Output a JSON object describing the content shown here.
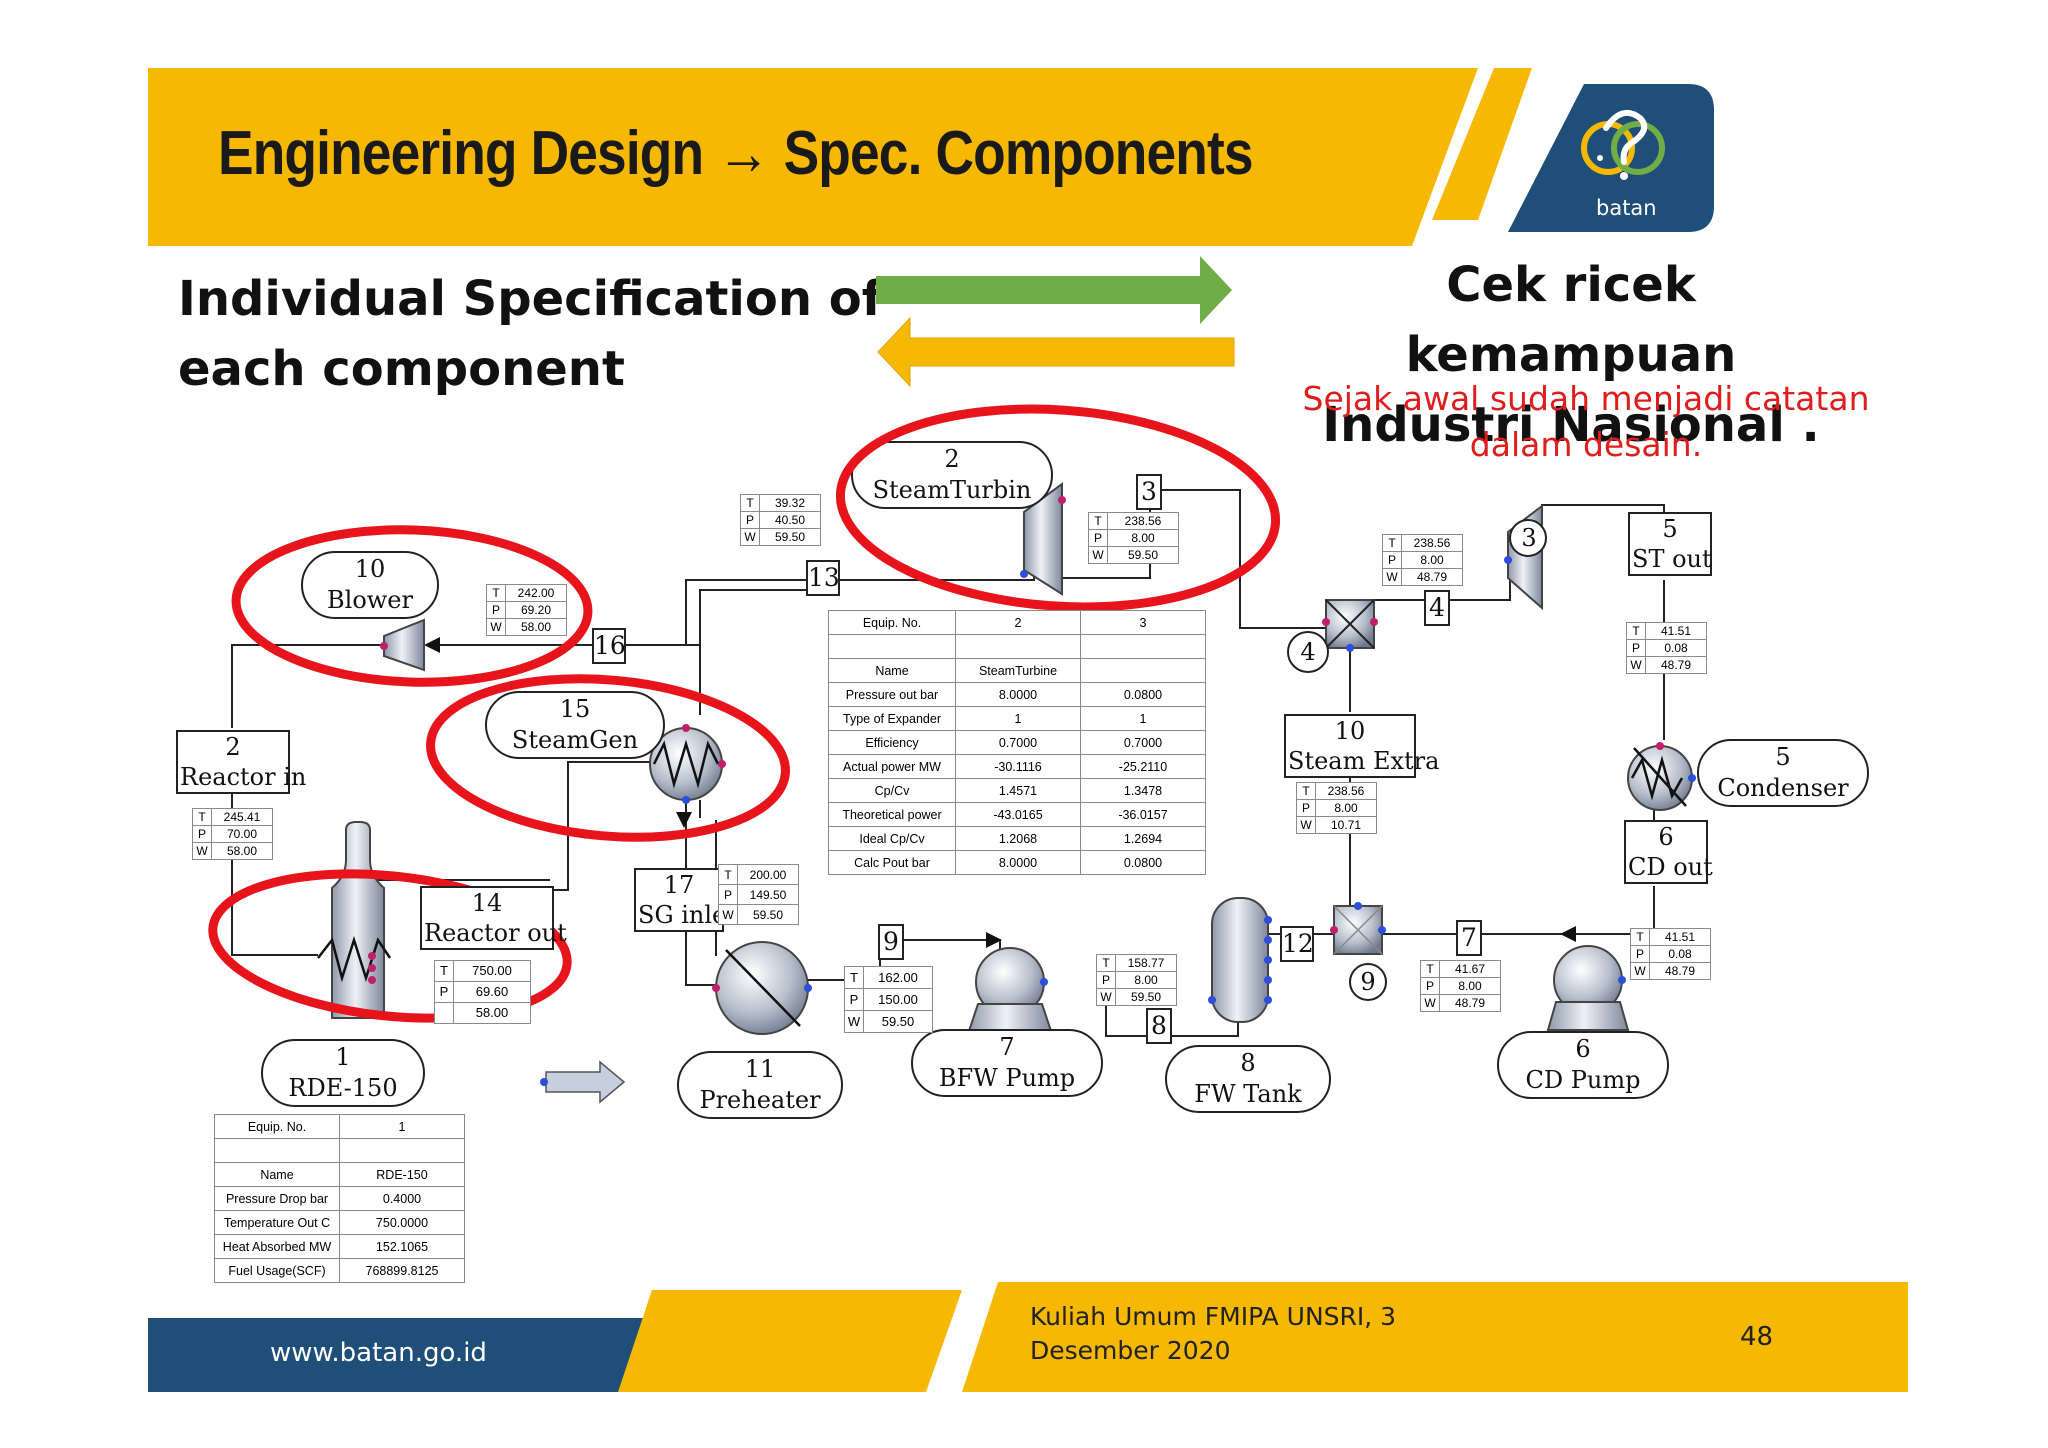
{
  "slide": {
    "title": "Engineering Design → Spec. Components",
    "logo_text": "batan",
    "left_heading": [
      "Individual Specification of",
      "each component"
    ],
    "right_heading": [
      "Cek ricek kemampuan",
      "Industri Nasional ."
    ],
    "red_note": [
      "Sejak awal sudah menjadi catatan",
      "dalam desain."
    ],
    "footer_url": "www.batan.go.id",
    "footer_note": [
      "Kuliah Umum FMIPA UNSRI, 3",
      "Desember 2020"
    ],
    "page_number": "48"
  },
  "colors": {
    "yellow": "#f6b800",
    "navy": "#1f4e79",
    "arrow_green": "#70ad47",
    "arrow_orange": "#f6b800",
    "highlight_red": "#e8141b"
  },
  "diagram": {
    "labels": {
      "blower": [
        "10",
        "Blower"
      ],
      "steamturbin": [
        "2",
        "SteamTurbin"
      ],
      "steamgen": [
        "15",
        "SteamGen"
      ],
      "reactor_in": [
        "2",
        "Reactor in"
      ],
      "reactor_out": [
        "14",
        "Reactor out"
      ],
      "sg_inlet": [
        "17",
        "SG inlet"
      ],
      "rde": [
        "1",
        "RDE-150"
      ],
      "preheater": [
        "11",
        "Preheater"
      ],
      "bfw_pump": [
        "7",
        "BFW Pump"
      ],
      "fw_tank": [
        "8",
        "FW Tank"
      ],
      "cd_pump": [
        "6",
        "CD Pump"
      ],
      "steam_extra": [
        "10",
        "Steam Extra"
      ],
      "st_out": [
        "5",
        "ST out"
      ],
      "condenser": [
        "5",
        "Condenser"
      ],
      "cd_out": [
        "6",
        "CD out"
      ]
    },
    "stream_numbers": {
      "s3": "3",
      "s13": "13",
      "s16": "16",
      "s4": "4",
      "s9": "9",
      "s8": "8",
      "s12": "12",
      "s7": "7",
      "c3": "3",
      "c4": "4",
      "c9": "9"
    },
    "tpw_tables": {
      "turbine_in": {
        "T": "39.32",
        "P": "40.50",
        "W": "59.50"
      },
      "turbine_out": {
        "T": "238.56",
        "P": "8.00",
        "W": "59.50"
      },
      "blower": {
        "T": "242.00",
        "P": "69.20",
        "W": "58.00"
      },
      "reactor_in": {
        "T": "245.41",
        "P": "70.00",
        "W": "58.00"
      },
      "reactor_out": {
        "T": "750.00",
        "P": "69.60",
        "W": "58.00"
      },
      "sg_inlet": {
        "T": "200.00",
        "P": "149.50",
        "W": "59.50"
      },
      "preheater": {
        "T": "162.00",
        "P": "150.00",
        "W": "59.50"
      },
      "bfw": {
        "T": "158.77",
        "P": "8.00",
        "W": "59.50"
      },
      "lp_turbine": {
        "T": "238.56",
        "P": "8.00",
        "W": "48.79"
      },
      "st_out": {
        "T": "41.51",
        "P": "0.08",
        "W": "48.79"
      },
      "steam_extra": {
        "T": "238.56",
        "P": "8.00",
        "W": "10.71"
      },
      "fw_mix": {
        "T": "41.67",
        "P": "8.00",
        "W": "48.79"
      },
      "cd_out": {
        "T": "41.51",
        "P": "0.08",
        "W": "48.79"
      }
    },
    "turbine_spec": {
      "header": [
        "Equip. No.",
        "2",
        "3"
      ],
      "rows": [
        [
          "Name",
          "SteamTurbine",
          ""
        ],
        [
          "Pressure out  bar",
          "8.0000",
          "0.0800"
        ],
        [
          "Type of Expander",
          "1",
          "1"
        ],
        [
          "Efficiency",
          "0.7000",
          "0.7000"
        ],
        [
          "Actual power  MW",
          "-30.1116",
          "-25.2110"
        ],
        [
          "Cp/Cv",
          "1.4571",
          "1.3478"
        ],
        [
          "Theoretical power",
          "-43.0165",
          "-36.0157"
        ],
        [
          "Ideal Cp/Cv",
          "1.2068",
          "1.2694"
        ],
        [
          "Calc Pout  bar",
          "8.0000",
          "0.0800"
        ]
      ]
    },
    "rde_spec": {
      "header": [
        "Equip. No.",
        "1"
      ],
      "rows": [
        [
          "Name",
          "RDE-150"
        ],
        [
          "Pressure Drop  bar",
          "0.4000"
        ],
        [
          "Temperature Out  C",
          "750.0000"
        ],
        [
          "Heat Absorbed  MW",
          "152.1065"
        ],
        [
          "Fuel Usage(SCF)",
          "768899.8125"
        ]
      ]
    }
  }
}
